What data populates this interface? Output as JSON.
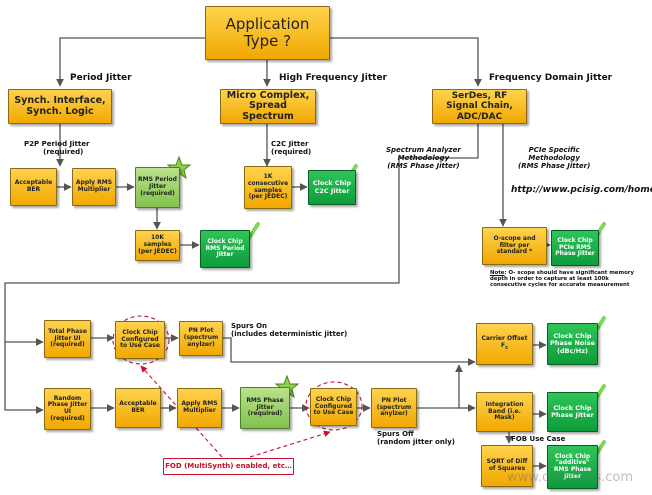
{
  "top": {
    "title_line1": "Application",
    "title_line2": "Type ?"
  },
  "branches": {
    "left": "Period Jitter",
    "mid": "High Frequency Jitter",
    "right": "Frequency Domain Jitter"
  },
  "left": {
    "box": "Synch. Interface, Synch. Logic",
    "req_line1": "P2P Period Jitter",
    "req_line2": "(required)",
    "acceptable_ber": "Acceptable BER",
    "apply_rms": "Apply RMS Multiplier",
    "rms_period": "RMS Period Jitter (required)",
    "samples_10k": "10K samples (per JEDEC)",
    "clock_chip": "Clock Chip RMS Period Jitter"
  },
  "mid": {
    "box": "Micro Complex, Spread Spectrum",
    "req_line1": "C2C Jitter",
    "req_line2": "(required)",
    "samples_1k": "1K consecutive samples (per JEDEC)",
    "clock_chip": "Clock Chip C2C Jitter"
  },
  "right": {
    "box": "SerDes, RF Signal Chain, ADC/DAC",
    "spec_line1": "Spectrum Analyzer",
    "spec_line2": "Methodology",
    "spec_line3": "(RMS Phase Jitter)",
    "pcie_line1": "PCIe  Specific",
    "pcie_line2": "Methodology",
    "pcie_line3": "(RMS Phase Jitter)",
    "url": "http://www.pcisig.com/home",
    "oscope": "O-scope and filter per standard *",
    "clock_chip": "Clock Chip PCIe RMS Phase Jitter",
    "note_label": "Note",
    "note_line1": ": O- scope should have significant memory",
    "note_line2": "depth in order to  capture at least 100k",
    "note_line3": "consecutive cycles for accurate measurement"
  },
  "bottom": {
    "total_phase": "Total Phase Jitter UI (required)",
    "clock_configured_1": "Clock Chip Configured to Use Case",
    "pn_plot_1": "PN Plot (spectrum anylzer)",
    "spurs_on_line1": "Spurs On",
    "spurs_on_line2": "(includes deterministic jitter)",
    "random_phase": "Random Phase Jitter UI (required)",
    "acceptable_ber": "Acceptable BER",
    "apply_rms": "Apply RMS Multiplier",
    "rms_phase": "RMS Phase Jitter (required)",
    "clock_configured_2": "Clock Chip Configured to Use Case",
    "pn_plot_2": "PN Plot (spectrum anylzer)",
    "spurs_off_line1": "Spurs Off",
    "spurs_off_line2": "(random jitter only)",
    "carrier_offset": "Carrier Offset F",
    "carrier_sub": "c",
    "clock_phase_noise": "Clock Chip Phase Noise (dBc/Hz)",
    "integration_band": "Integration Band (i.e. Mask)",
    "clock_phase_jitter": "Clock Chip Phase Jitter",
    "fob_label": "FOB Use Case",
    "sqrt_diff": "SQRT of Diff of Squares",
    "clock_additive": "Clock Chip \"additive\" RMS Phase Jitter",
    "fod_label": "FOD (MultiSynth) enabled, etc…"
  },
  "watermark": "www.cntronics.com",
  "colors": {
    "orange": "#f4b400",
    "light_green": "#9fd36b",
    "dark_green": "#10a53f",
    "dashed_red": "#c8102e"
  }
}
